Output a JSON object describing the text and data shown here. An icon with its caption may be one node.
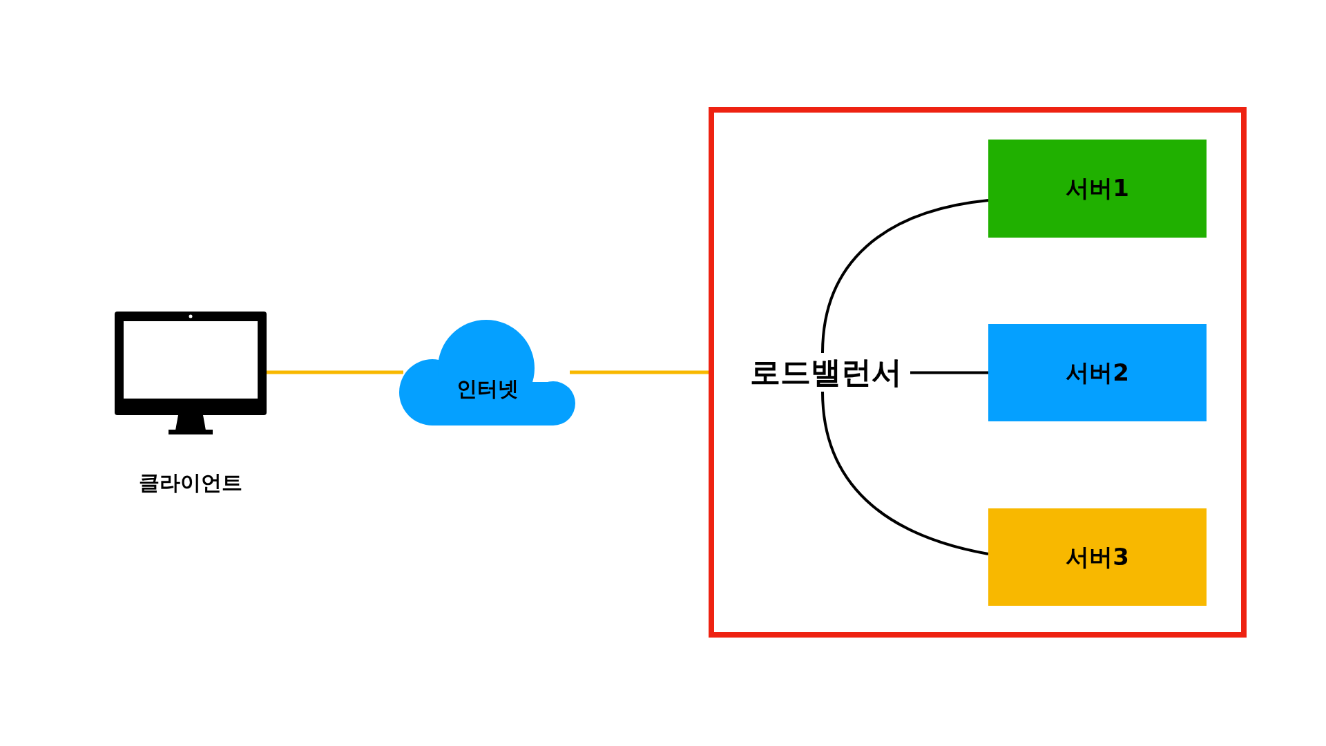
{
  "diagram": {
    "nodes": [
      {
        "text": [
          "클라이언트"
        ]
      },
      {
        "text": [
          "인터넷"
        ]
      },
      {
        "text": [],
        "shape": "box"
      },
      {
        "text": [
          "로드밸런서"
        ],
        "in": 2
      },
      {
        "text": [
          "서버1"
        ],
        "in": 2
      },
      {
        "text": [
          "서버2"
        ],
        "in": 2
      },
      {
        "text": [
          "서버3"
        ],
        "in": 2
      }
    ],
    "edges": [
      {
        "from": 0,
        "to": 1,
        "arrow": "none",
        "color": "#f8b800"
      },
      {
        "from": 1,
        "to": 2,
        "arrow": "none",
        "color": "#f8b800"
      },
      {
        "from": 3,
        "to": 4,
        "arrow": "none"
      },
      {
        "from": 3,
        "to": 5,
        "arrow": "none"
      },
      {
        "from": 3,
        "to": 6,
        "arrow": "none"
      }
    ]
  }
}
